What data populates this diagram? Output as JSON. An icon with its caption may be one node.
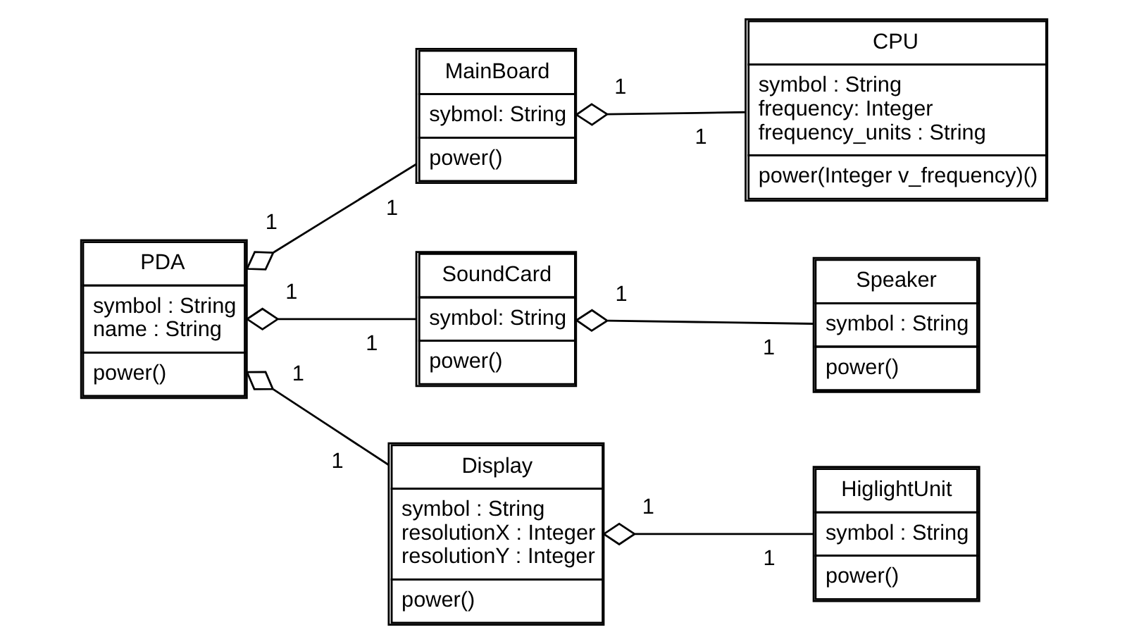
{
  "diagram": {
    "nodes": [
      {
        "text": [
          "PDA",
          "symbol : String",
          "name : String",
          "power()"
        ]
      },
      {
        "text": [
          "MainBoard",
          "sybmol: String",
          "power()"
        ]
      },
      {
        "text": [
          "CPU",
          "symbol : String",
          "frequency: Integer",
          "frequency_units : String",
          "power(Integer v_frequency)()"
        ]
      },
      {
        "text": [
          "SoundCard",
          "symbol: String",
          "power()"
        ]
      },
      {
        "text": [
          "Speaker",
          "symbol : String",
          "power()"
        ]
      },
      {
        "text": [
          "Display",
          "symbol : String",
          "resolutionX : Integer",
          "resolutionY : Integer",
          "power()"
        ]
      },
      {
        "text": [
          "HiglightUnit",
          "symbol : String",
          "power()"
        ]
      }
    ],
    "edges": [
      {
        "from": 0,
        "to": 1,
        "arrow": "other"
      },
      {
        "from": 1,
        "to": 2,
        "arrow": "other"
      },
      {
        "from": 0,
        "to": 3,
        "arrow": "other"
      },
      {
        "from": 3,
        "to": 4,
        "arrow": "other"
      },
      {
        "from": 0,
        "to": 5,
        "arrow": "other"
      },
      {
        "from": 5,
        "to": 6,
        "arrow": "other"
      }
    ],
    "labels": [
      "1",
      "1",
      "1",
      "1",
      "1",
      "1",
      "1",
      "1",
      "1",
      "1",
      "1",
      "1"
    ]
  }
}
